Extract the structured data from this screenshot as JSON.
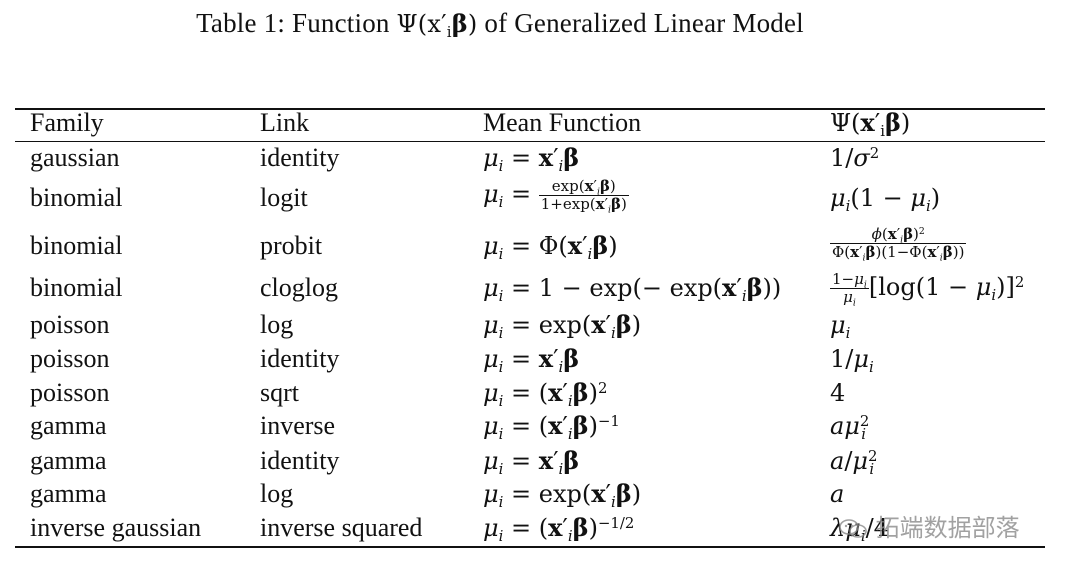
{
  "caption": {
    "label": "Table 1: Function ",
    "symbol": "Ψ(x′",
    "sub": "i",
    "beta": "β",
    "close": ")",
    "rest": " of Generalized Linear Model"
  },
  "headers": {
    "family": "Family",
    "link": "Link",
    "mean": "Mean Function",
    "psi": "Ψ(x′iβ)"
  },
  "rows": [
    {
      "family": "gaussian",
      "link": "identity",
      "mean": "μi = x′iβ",
      "psi": "1/σ²"
    },
    {
      "family": "binomial",
      "link": "logit",
      "mean": "μi = exp(x′iβ) / (1+exp(x′iβ))",
      "psi": "μi(1 − μi)"
    },
    {
      "family": "binomial",
      "link": "probit",
      "mean": "μi = Φ(x′iβ)",
      "psi": "ϕ(x′iβ)² / (Φ(x′iβ)(1−Φ(x′iβ)))"
    },
    {
      "family": "binomial",
      "link": "cloglog",
      "mean": "μi = 1 − exp(− exp(x′iβ))",
      "psi": "(1−μi)/μi [log(1 − μi)]²"
    },
    {
      "family": "poisson",
      "link": "log",
      "mean": "μi = exp(x′iβ)",
      "psi": "μi"
    },
    {
      "family": "poisson",
      "link": "identity",
      "mean": "μi = x′iβ",
      "psi": "1/μi"
    },
    {
      "family": "poisson",
      "link": "sqrt",
      "mean": "μi = (x′iβ)²",
      "psi": "4"
    },
    {
      "family": "gamma",
      "link": "inverse",
      "mean": "μi = (x′iβ)⁻¹",
      "psi": "aμi²"
    },
    {
      "family": "gamma",
      "link": "identity",
      "mean": "μi = x′iβ",
      "psi": "a/μi²"
    },
    {
      "family": "gamma",
      "link": "log",
      "mean": "μi = exp(x′iβ)",
      "psi": "a"
    },
    {
      "family": "inverse gaussian",
      "link": "inverse squared",
      "mean": "μi = (x′iβ)^(−1/2)",
      "psi": "λμi/4"
    }
  ],
  "watermark": {
    "text": "拓端数据部落",
    "icon": "wechat-icon"
  }
}
